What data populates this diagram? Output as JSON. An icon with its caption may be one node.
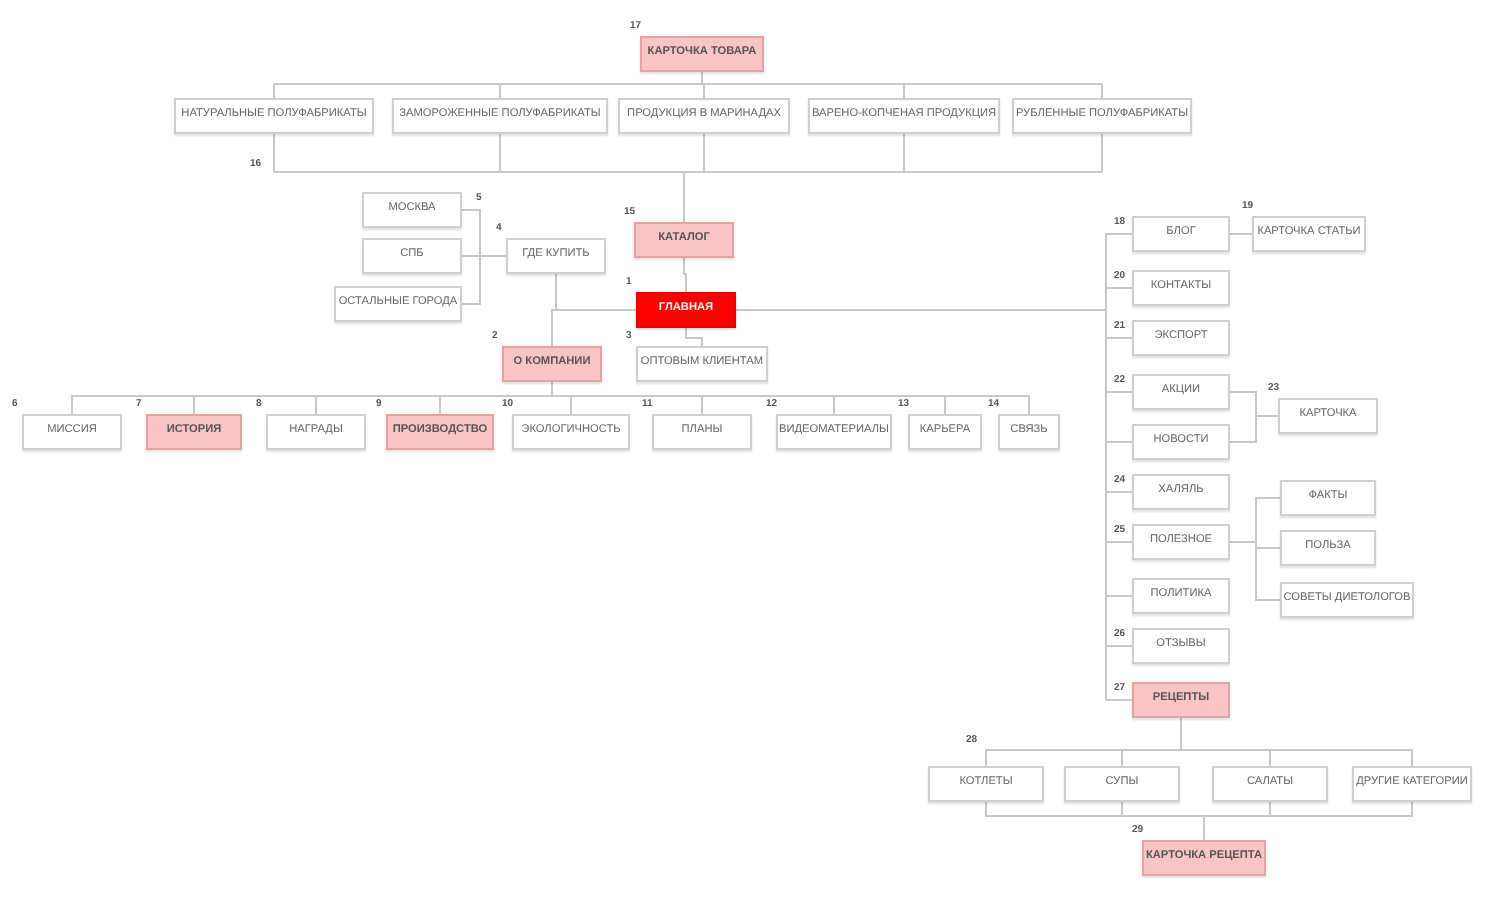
{
  "diagram": {
    "nodes": [
      {
        "text": [
          "КАРТОЧКА ТОВАРА"
        ],
        "beside": [
          "17"
        ]
      },
      {
        "text": [
          "НАТУРАЛЬНЫЕ ПОЛУФАБРИКАТЫ"
        ]
      },
      {
        "text": [
          "ЗАМОРОЖЕННЫЕ ПОЛУФАБРИКАТЫ"
        ]
      },
      {
        "text": [
          "ПРОДУКЦИЯ В МАРИНАДАХ"
        ]
      },
      {
        "text": [
          "ВАРЕНО-КОПЧЕНАЯ ПРОДУКЦИЯ"
        ]
      },
      {
        "text": [
          "РУБЛЕННЫЕ ПОЛУФАБРИКАТЫ"
        ]
      },
      {
        "text": [
          "КАТАЛОГ"
        ],
        "beside": [
          "15"
        ]
      },
      {
        "text": [
          "МОСКВА"
        ]
      },
      {
        "text": [
          "СПБ"
        ]
      },
      {
        "text": [
          "ОСТАЛЬНЫЕ ГОРОДА"
        ]
      },
      {
        "text": [
          "ГДЕ КУПИТЬ"
        ],
        "beside": [
          "4"
        ]
      },
      {
        "text": [
          "ГЛАВНАЯ"
        ],
        "beside": [
          "1"
        ]
      },
      {
        "text": [
          "О КОМПАНИИ"
        ],
        "beside": [
          "2"
        ]
      },
      {
        "text": [
          "ОПТОВЫМ КЛИЕНТАМ"
        ],
        "beside": [
          "3"
        ]
      },
      {
        "text": [
          "МИССИЯ"
        ],
        "beside": [
          "6"
        ]
      },
      {
        "text": [
          "ИСТОРИЯ"
        ],
        "beside": [
          "7"
        ]
      },
      {
        "text": [
          "НАГРАДЫ"
        ],
        "beside": [
          "8"
        ]
      },
      {
        "text": [
          "ПРОИЗВОДСТВО"
        ],
        "beside": [
          "9"
        ]
      },
      {
        "text": [
          "ЭКОЛОГИЧНОСТЬ"
        ],
        "beside": [
          "10"
        ]
      },
      {
        "text": [
          "ПЛАНЫ"
        ],
        "beside": [
          "11"
        ]
      },
      {
        "text": [
          "ВИДЕОМАТЕРИАЛЫ"
        ],
        "beside": [
          "12"
        ]
      },
      {
        "text": [
          "КАРЬЕРА"
        ],
        "beside": [
          "13"
        ]
      },
      {
        "text": [
          "СВЯЗЬ"
        ],
        "beside": [
          "14"
        ]
      },
      {
        "text": [
          "БЛОГ"
        ],
        "beside": [
          "18"
        ]
      },
      {
        "text": [
          "КАРТОЧКА СТАТЬИ"
        ],
        "beside": [
          "19"
        ]
      },
      {
        "text": [
          "КОНТАКТЫ"
        ],
        "beside": [
          "20"
        ]
      },
      {
        "text": [
          "ЭКСПОРТ"
        ],
        "beside": [
          "21"
        ]
      },
      {
        "text": [
          "АКЦИИ"
        ],
        "beside": [
          "22"
        ]
      },
      {
        "text": [
          "НОВОСТИ"
        ]
      },
      {
        "text": [
          "КАРТОЧКА"
        ],
        "beside": [
          "23"
        ]
      },
      {
        "text": [
          "ХАЛЯЛЬ"
        ],
        "beside": [
          "24"
        ]
      },
      {
        "text": [
          "ПОЛЕЗНОЕ"
        ],
        "beside": [
          "25"
        ]
      },
      {
        "text": [
          "ФАКТЫ"
        ]
      },
      {
        "text": [
          "ПОЛЬЗА"
        ]
      },
      {
        "text": [
          "СОВЕТЫ ДИЕТОЛОГОВ"
        ]
      },
      {
        "text": [
          "ПОЛИТИКА"
        ]
      },
      {
        "text": [
          "ОТЗЫВЫ"
        ],
        "beside": [
          "26"
        ]
      },
      {
        "text": [
          "РЕЦЕПТЫ"
        ],
        "beside": [
          "27"
        ]
      },
      {
        "text": [
          "КОТЛЕТЫ"
        ]
      },
      {
        "text": [
          "СУПЫ"
        ]
      },
      {
        "text": [
          "САЛАТЫ"
        ]
      },
      {
        "text": [
          "ДРУГИЕ КАТЕГОРИИ"
        ]
      },
      {
        "text": [
          "КАРТОЧКА РЕЦЕПТА"
        ],
        "beside": [
          "29"
        ]
      }
    ],
    "edges": [
      {
        "from": 0,
        "to": 1,
        "arrow": "none"
      },
      {
        "from": 0,
        "to": 2,
        "arrow": "none"
      },
      {
        "from": 0,
        "to": 3,
        "arrow": "none"
      },
      {
        "from": 0,
        "to": 4,
        "arrow": "none"
      },
      {
        "from": 0,
        "to": 5,
        "arrow": "none"
      },
      {
        "from": 1,
        "to": 6,
        "arrow": "none"
      },
      {
        "from": 2,
        "to": 6,
        "arrow": "none"
      },
      {
        "from": 3,
        "to": 6,
        "arrow": "none"
      },
      {
        "from": 4,
        "to": 6,
        "arrow": "none"
      },
      {
        "from": 5,
        "to": 6,
        "arrow": "none"
      },
      {
        "from": 6,
        "to": 11,
        "arrow": "none"
      },
      {
        "from": 11,
        "to": 10,
        "arrow": "none"
      },
      {
        "from": 11,
        "to": 12,
        "arrow": "none"
      },
      {
        "from": 11,
        "to": 13,
        "arrow": "none"
      },
      {
        "from": 10,
        "to": 7,
        "arrow": "none"
      },
      {
        "from": 10,
        "to": 8,
        "arrow": "none"
      },
      {
        "from": 10,
        "to": 9,
        "arrow": "none"
      },
      {
        "from": 12,
        "to": 14,
        "arrow": "none"
      },
      {
        "from": 12,
        "to": 15,
        "arrow": "none"
      },
      {
        "from": 12,
        "to": 16,
        "arrow": "none"
      },
      {
        "from": 12,
        "to": 17,
        "arrow": "none"
      },
      {
        "from": 12,
        "to": 18,
        "arrow": "none"
      },
      {
        "from": 12,
        "to": 19,
        "arrow": "none"
      },
      {
        "from": 12,
        "to": 20,
        "arrow": "none"
      },
      {
        "from": 12,
        "to": 21,
        "arrow": "none"
      },
      {
        "from": 12,
        "to": 22,
        "arrow": "none"
      },
      {
        "from": 11,
        "to": 23,
        "arrow": "none"
      },
      {
        "from": 11,
        "to": 25,
        "arrow": "none"
      },
      {
        "from": 11,
        "to": 26,
        "arrow": "none"
      },
      {
        "from": 11,
        "to": 27,
        "arrow": "none"
      },
      {
        "from": 11,
        "to": 28,
        "arrow": "none"
      },
      {
        "from": 11,
        "to": 30,
        "arrow": "none"
      },
      {
        "from": 11,
        "to": 31,
        "arrow": "none"
      },
      {
        "from": 11,
        "to": 35,
        "arrow": "none"
      },
      {
        "from": 11,
        "to": 36,
        "arrow": "none"
      },
      {
        "from": 11,
        "to": 37,
        "arrow": "none"
      },
      {
        "from": 23,
        "to": 24,
        "arrow": "none"
      },
      {
        "from": 27,
        "to": 29,
        "arrow": "none"
      },
      {
        "from": 28,
        "to": 29,
        "arrow": "none"
      },
      {
        "from": 31,
        "to": 32,
        "arrow": "none"
      },
      {
        "from": 31,
        "to": 33,
        "arrow": "none"
      },
      {
        "from": 31,
        "to": 34,
        "arrow": "none"
      },
      {
        "from": 37,
        "to": 38,
        "arrow": "none"
      },
      {
        "from": 37,
        "to": 39,
        "arrow": "none"
      },
      {
        "from": 37,
        "to": 40,
        "arrow": "none"
      },
      {
        "from": 37,
        "to": 41,
        "arrow": "none"
      },
      {
        "from": 38,
        "to": 42,
        "arrow": "none"
      },
      {
        "from": 39,
        "to": 42,
        "arrow": "none"
      },
      {
        "from": 40,
        "to": 42,
        "arrow": "none"
      },
      {
        "from": 41,
        "to": 42,
        "arrow": "none"
      }
    ],
    "labels": [
      "16",
      "5",
      "28"
    ]
  }
}
